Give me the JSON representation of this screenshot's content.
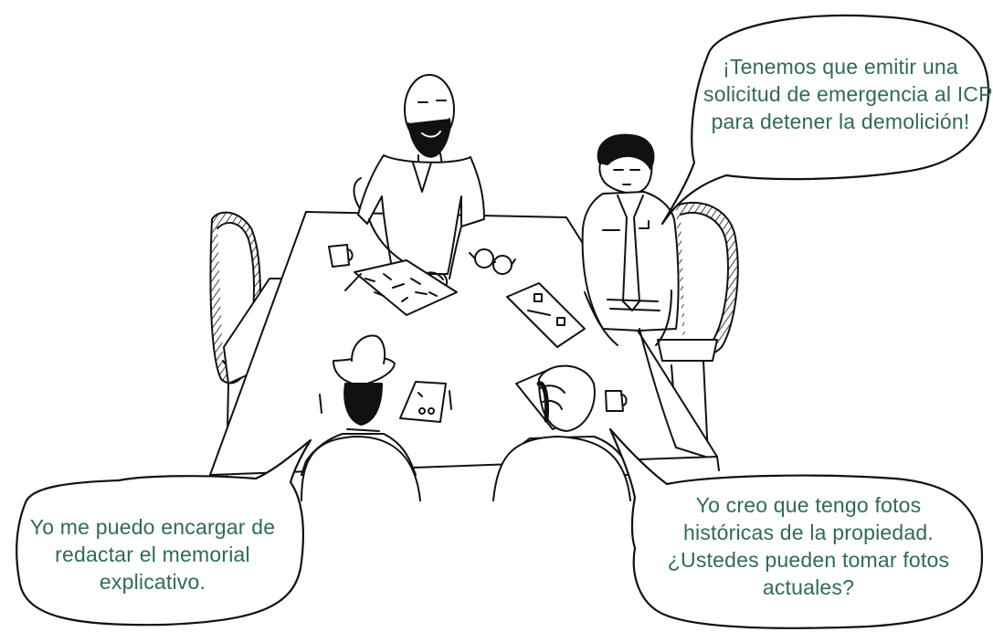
{
  "speech": {
    "top_right": [
      "¡Tenemos que emitir una",
      "solicitud de emergencia al ICP",
      "para detener la demolición!"
    ],
    "bottom_left": [
      "Yo me puedo encargar de",
      "redactar el memorial",
      "explicativo."
    ],
    "bottom_right": [
      "Yo creo que tengo fotos",
      "históricas de la propiedad.",
      "¿Ustedes pueden tomar fotos",
      "actuales?"
    ]
  },
  "colors": {
    "speech_text": "#2f6b55",
    "ink": "#111111",
    "background": "#ffffff"
  }
}
